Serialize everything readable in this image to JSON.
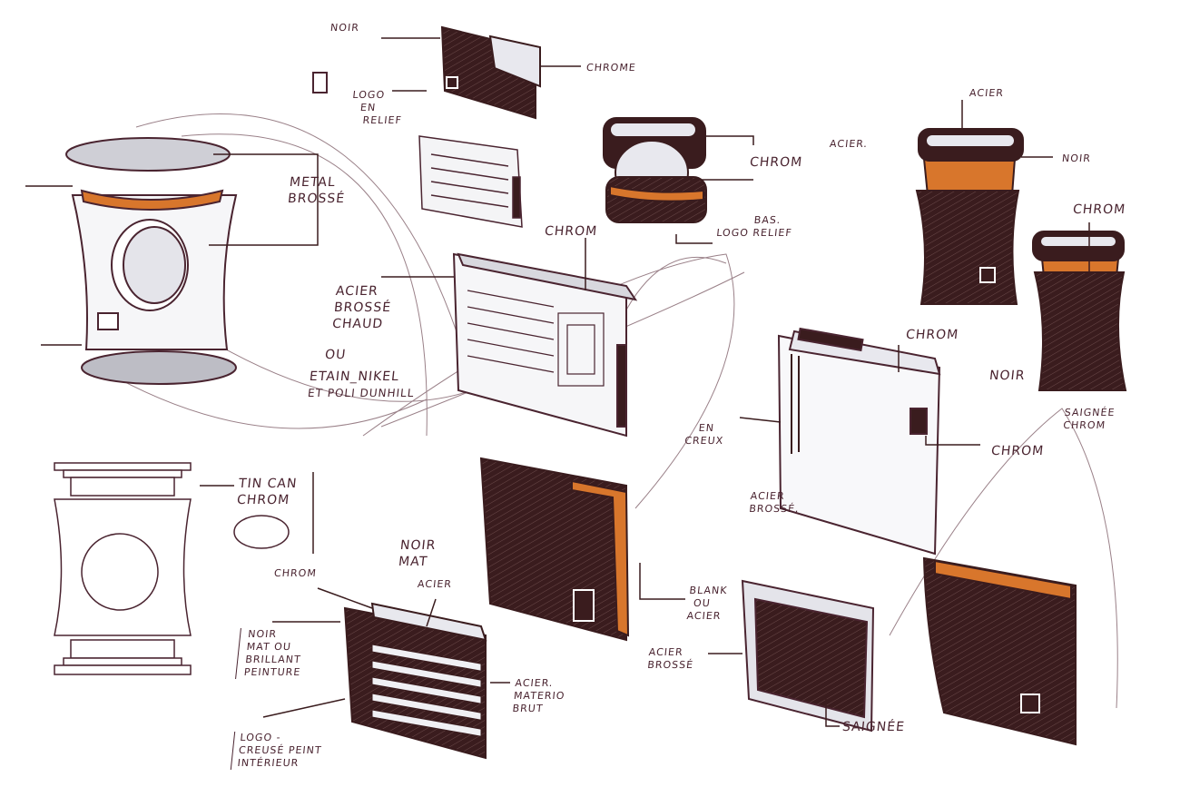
{
  "sketch": {
    "colors": {
      "ink": "#4a2430",
      "dark": "#3a1c1e",
      "orange": "#d8762c",
      "chrome": "#e8e8ee"
    },
    "labels": {
      "noir_top": "Noir",
      "chrome_top": "Chrome",
      "logo_en_relief": [
        "Logo",
        "En",
        "Relief"
      ],
      "metal_brosse": [
        "Metal",
        "Brossé"
      ],
      "chrom_round": "Chrom",
      "bas_logo_relief": [
        "Bas.",
        "Logo Relief"
      ],
      "acier_top_right": "Acier",
      "acier_left_right": "Acier.",
      "noir_right": "Noir",
      "chrom_right": "Chrom",
      "chrom_center": "Chrom",
      "acier_brosse_chaud": [
        "Acier",
        "Brossé",
        "Chaud"
      ],
      "ou": "ou",
      "etain_nikel": [
        "Etain_Nikel",
        "Et Poli Dunhill"
      ],
      "chrom_white_lighter": "Chrom",
      "noir_lower_right": "Noir",
      "saignee_chrom": [
        "Saignée",
        "Chrom"
      ],
      "en_creux": [
        "En",
        "Creux"
      ],
      "chrom_side": "Chrom",
      "acier_brosse_white": [
        "Acier",
        "Brossé."
      ],
      "tin_can_chrom": [
        "Tin Can",
        "Chrom"
      ],
      "noir_mat": [
        "Noir",
        "Mat"
      ],
      "chrom_bottom": "Chrom",
      "acier_bottom": "Acier",
      "blank_ou_acier": [
        "Blank",
        "ou",
        "Acier"
      ],
      "acier_brosse_bottom": [
        "Acier",
        "Brossé"
      ],
      "noir_mat_brillant": [
        "Noir",
        "Mat ou",
        "Brillant",
        "Peinture"
      ],
      "acier_materio_brut": [
        "Acier.",
        "Materio",
        "Brut"
      ],
      "saignee_bottom": "Saignée",
      "logo_creuse": [
        "Logo -",
        "Creusé Peint",
        "Intérieur"
      ]
    }
  }
}
